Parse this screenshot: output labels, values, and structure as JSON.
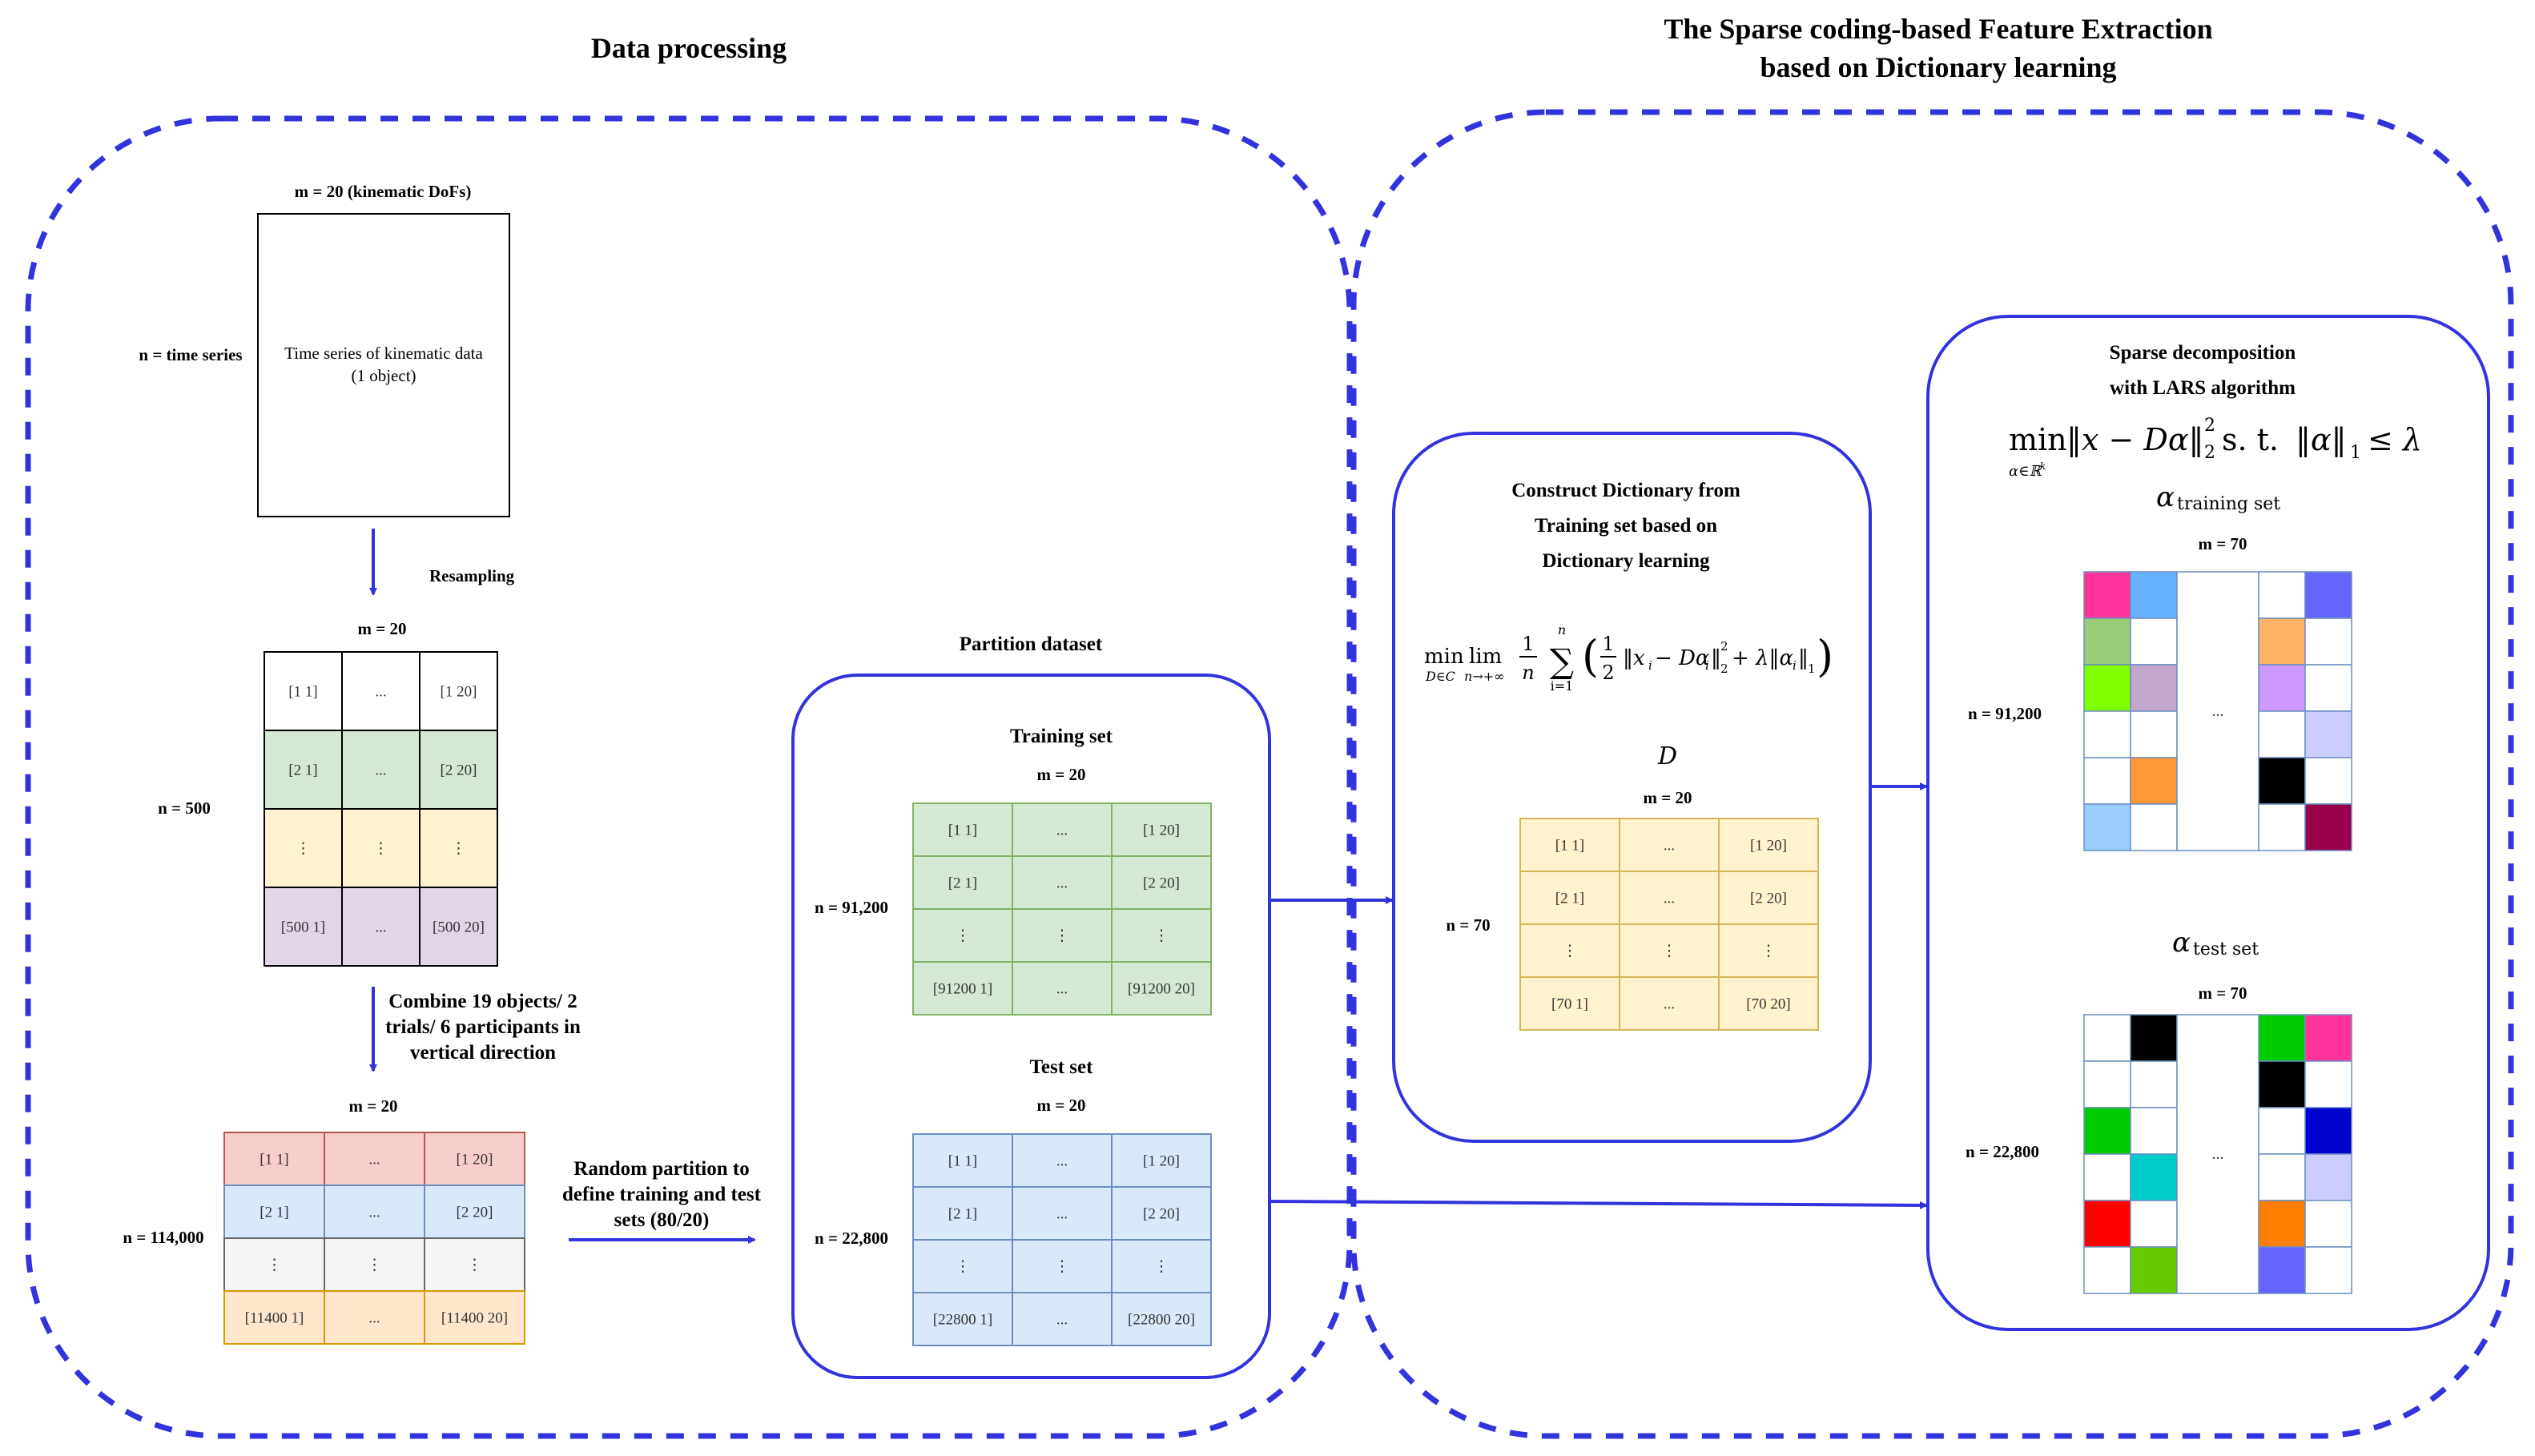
{
  "titles": {
    "left": "Data processing",
    "right_line1": "The Sparse coding-based Feature Extraction",
    "right_line2": "based on Dictionary learning"
  },
  "raw_block": {
    "m_label": "m = 20 (kinematic DoFs)",
    "n_label": "n = time series",
    "text_line1": "Time series of kinematic data",
    "text_line2": "(1 object)"
  },
  "arrow_labels": {
    "resampling": "Resampling",
    "combine_line1": "Combine 19 objects/ 2",
    "combine_line2": "trials/ 6 participants in",
    "combine_line3": "vertical direction",
    "partition_line1": "Random partition to",
    "partition_line2": "define training and test",
    "partition_line3": "sets (80/20)"
  },
  "resampled": {
    "m_label": "m = 20",
    "n_label": "n = 500",
    "rows": [
      [
        "[1 1]",
        "...",
        "[1 20]"
      ],
      [
        "[2 1]",
        "...",
        "[2 20]"
      ],
      [
        "⋮",
        "⋮",
        "⋮"
      ],
      [
        "[500 1]",
        "...",
        "[500 20]"
      ]
    ],
    "colors": [
      "#ffffff",
      "#d5e8d4",
      "#fff2cc",
      "#e1d5e7"
    ]
  },
  "combined": {
    "m_label": "m = 20",
    "n_label": "n = 114,000",
    "rows": [
      [
        "[1 1]",
        "...",
        "[1 20]"
      ],
      [
        "[2 1]",
        "...",
        "[2 20]"
      ],
      [
        "⋮",
        "⋮",
        "⋮"
      ],
      [
        "[11400 1]",
        "...",
        "[11400 20]"
      ]
    ],
    "colors": [
      "#f8cecc",
      "#dae8fc",
      "#f5f5f5",
      "#ffe6cc"
    ]
  },
  "partition": {
    "title": "Partition dataset",
    "training": {
      "title": "Training set",
      "m_label": "m = 20",
      "n_label": "n = 91,200",
      "rows": [
        [
          "[1 1]",
          "...",
          "[1 20]"
        ],
        [
          "[2 1]",
          "...",
          "[2 20]"
        ],
        [
          "⋮",
          "⋮",
          "⋮"
        ],
        [
          "[91200 1]",
          "...",
          "[91200 20]"
        ]
      ]
    },
    "test": {
      "title": "Test set",
      "m_label": "m = 20",
      "n_label": "n = 22,800",
      "rows": [
        [
          "[1 1]",
          "...",
          "[1 20]"
        ],
        [
          "[2 1]",
          "...",
          "[2 20]"
        ],
        [
          "⋮",
          "⋮",
          "⋮"
        ],
        [
          "[22800 1]",
          "...",
          "[22800 20]"
        ]
      ]
    }
  },
  "dictionary": {
    "title_line1": "Construct Dictionary from",
    "title_line2": "Training set based on",
    "title_line3": "Dictionary learning",
    "symbol": "D",
    "m_label": "m = 20",
    "n_label": "n = 70",
    "rows": [
      [
        "[1 1]",
        "...",
        "[1 20]"
      ],
      [
        "[2 1]",
        "...",
        "[2 20]"
      ],
      [
        "⋮",
        "⋮",
        "⋮"
      ],
      [
        "[70 1]",
        "...",
        "[70 20]"
      ]
    ]
  },
  "sparse": {
    "title_line1": "Sparse decomposition",
    "title_line2": "with LARS algorithm",
    "training_symbol": "α",
    "training_sub": "training set",
    "training_m": "m = 70",
    "training_n": "n = 91,200",
    "training_grid": [
      [
        "#ff3399",
        "#66b2ff",
        "#ffffff",
        "#6666ff"
      ],
      [
        "#99cc77",
        "#ffffff",
        "#ffb366",
        "#ffffff"
      ],
      [
        "#80ff00",
        "#c3a6cc",
        "#cc99ff",
        "#ffffff"
      ],
      [
        "#ffffff",
        "#ffffff",
        "#ffffff",
        "#ccccff"
      ],
      [
        "#ffffff",
        "#ff9933",
        "#000000",
        "#ffffff"
      ],
      [
        "#99ccff",
        "#ffffff",
        "#ffffff",
        "#99004c"
      ]
    ],
    "test_symbol": "α",
    "test_sub": "test set",
    "test_m": "m = 70",
    "test_n": "n = 22,800",
    "test_grid": [
      [
        "#ffffff",
        "#000000",
        "#00cc00",
        "#ff3399"
      ],
      [
        "#ffffff",
        "#ffffff",
        "#000000",
        "#ffffff"
      ],
      [
        "#00cc00",
        "#ffffff",
        "#ffffff",
        "#0000cc"
      ],
      [
        "#ffffff",
        "#00cccc",
        "#ffffff",
        "#ccccff"
      ],
      [
        "#ff0000",
        "#ffffff",
        "#ff8000",
        "#ffffff"
      ],
      [
        "#ffffff",
        "#66cc00",
        "#6666ff",
        "#ffffff"
      ]
    ],
    "ellipsis": "..."
  },
  "colors": {
    "accent": "#3333dd",
    "green_cell": "#d5e8d4",
    "green_line": "#82b366",
    "blue_cell": "#dae8fc",
    "blue_line": "#6c8ebf",
    "yellow_cell": "#fff2cc",
    "yellow_line": "#d6b656"
  }
}
